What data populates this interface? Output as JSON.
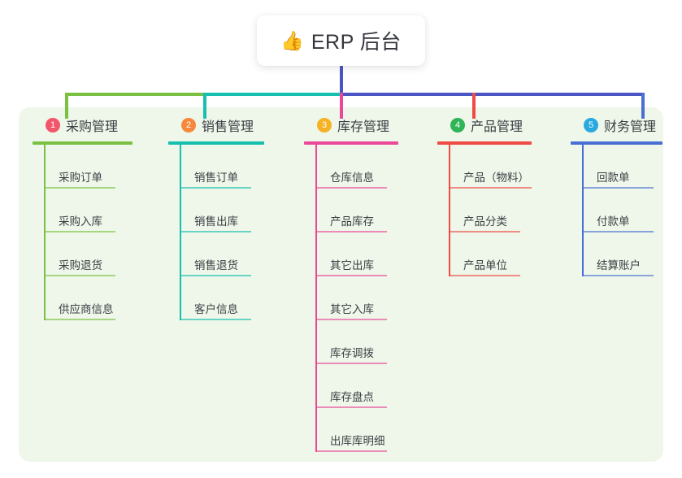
{
  "root": {
    "icon": "thumbs-up-icon",
    "emoji": "👍",
    "title": "ERP 后台"
  },
  "colors": {
    "panel_bg": "#eef7e9",
    "page_bg": "#ffffff",
    "root_text": "#33353b",
    "connector_left": "#7ac143",
    "connector_mid": "#17bfae",
    "connector_right": "#4a55c4"
  },
  "columns": [
    {
      "number": "1",
      "badge_color": "#f2566a",
      "line_color": "#7ac143",
      "title": "采购管理",
      "items": [
        "采购订单",
        "采购入库",
        "采购退货",
        "供应商信息"
      ]
    },
    {
      "number": "2",
      "badge_color": "#f5883c",
      "line_color": "#17bfae",
      "title": "销售管理",
      "items": [
        "销售订单",
        "销售出库",
        "销售退货",
        "客户信息"
      ]
    },
    {
      "number": "3",
      "badge_color": "#f5b225",
      "line_color": "#ec4899",
      "title": "库存管理",
      "items": [
        "仓库信息",
        "产品库存",
        "其它出库",
        "其它入库",
        "库存调拨",
        "库存盘点",
        "出库库明细"
      ]
    },
    {
      "number": "4",
      "badge_color": "#2fb457",
      "line_color": "#ef4a44",
      "title": "产品管理",
      "items": [
        "产品（物料）",
        "产品分类",
        "产品单位"
      ]
    },
    {
      "number": "5",
      "badge_color": "#29a9e0",
      "line_color": "#4a6fd4",
      "title": "财务管理",
      "items": [
        "回款单",
        "付款单",
        "结算账户"
      ]
    }
  ]
}
